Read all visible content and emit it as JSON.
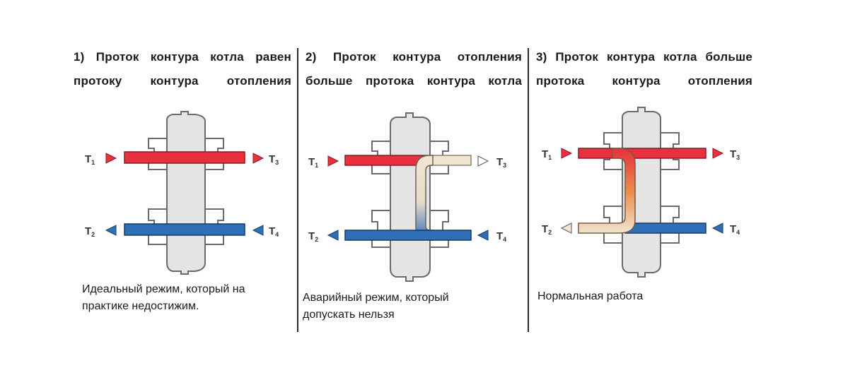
{
  "panels": [
    {
      "title_line1": "1) Проток контура котла равен",
      "title_line2": "протоку контура отопления",
      "caption_line1": "Идеальный режим, который на",
      "caption_line2": "практике недостижим.",
      "labels": {
        "t1": "T",
        "t1_sub": "1",
        "t2": "T",
        "t2_sub": "2",
        "t3": "T",
        "t3_sub": "3",
        "t4": "T",
        "t4_sub": "4"
      }
    },
    {
      "title_line1": "2) Проток контура отопления",
      "title_line2": "больше протока контура котла",
      "caption_line1": "Аварийный режим, который",
      "caption_line2": "допускать нельзя",
      "labels": {
        "t1": "T",
        "t1_sub": "1",
        "t2": "T",
        "t2_sub": "2",
        "t3": "T",
        "t3_sub": "3",
        "t4": "T",
        "t4_sub": "4"
      }
    },
    {
      "title_line1": "3) Проток контура котла больше",
      "title_line2": "протока контура отопления",
      "caption_line1": "Нормальная работа",
      "caption_line2": "",
      "labels": {
        "t1": "T",
        "t1_sub": "1",
        "t2": "T",
        "t2_sub": "2",
        "t3": "T",
        "t3_sub": "3",
        "t4": "T",
        "t4_sub": "4"
      }
    }
  ],
  "colors": {
    "hot": "#e8303e",
    "cold": "#2f6fb8",
    "neutral": "#f0e6d2",
    "vessel_fill": "#e4e4e4",
    "vessel_stroke": "#6a6a6a"
  }
}
